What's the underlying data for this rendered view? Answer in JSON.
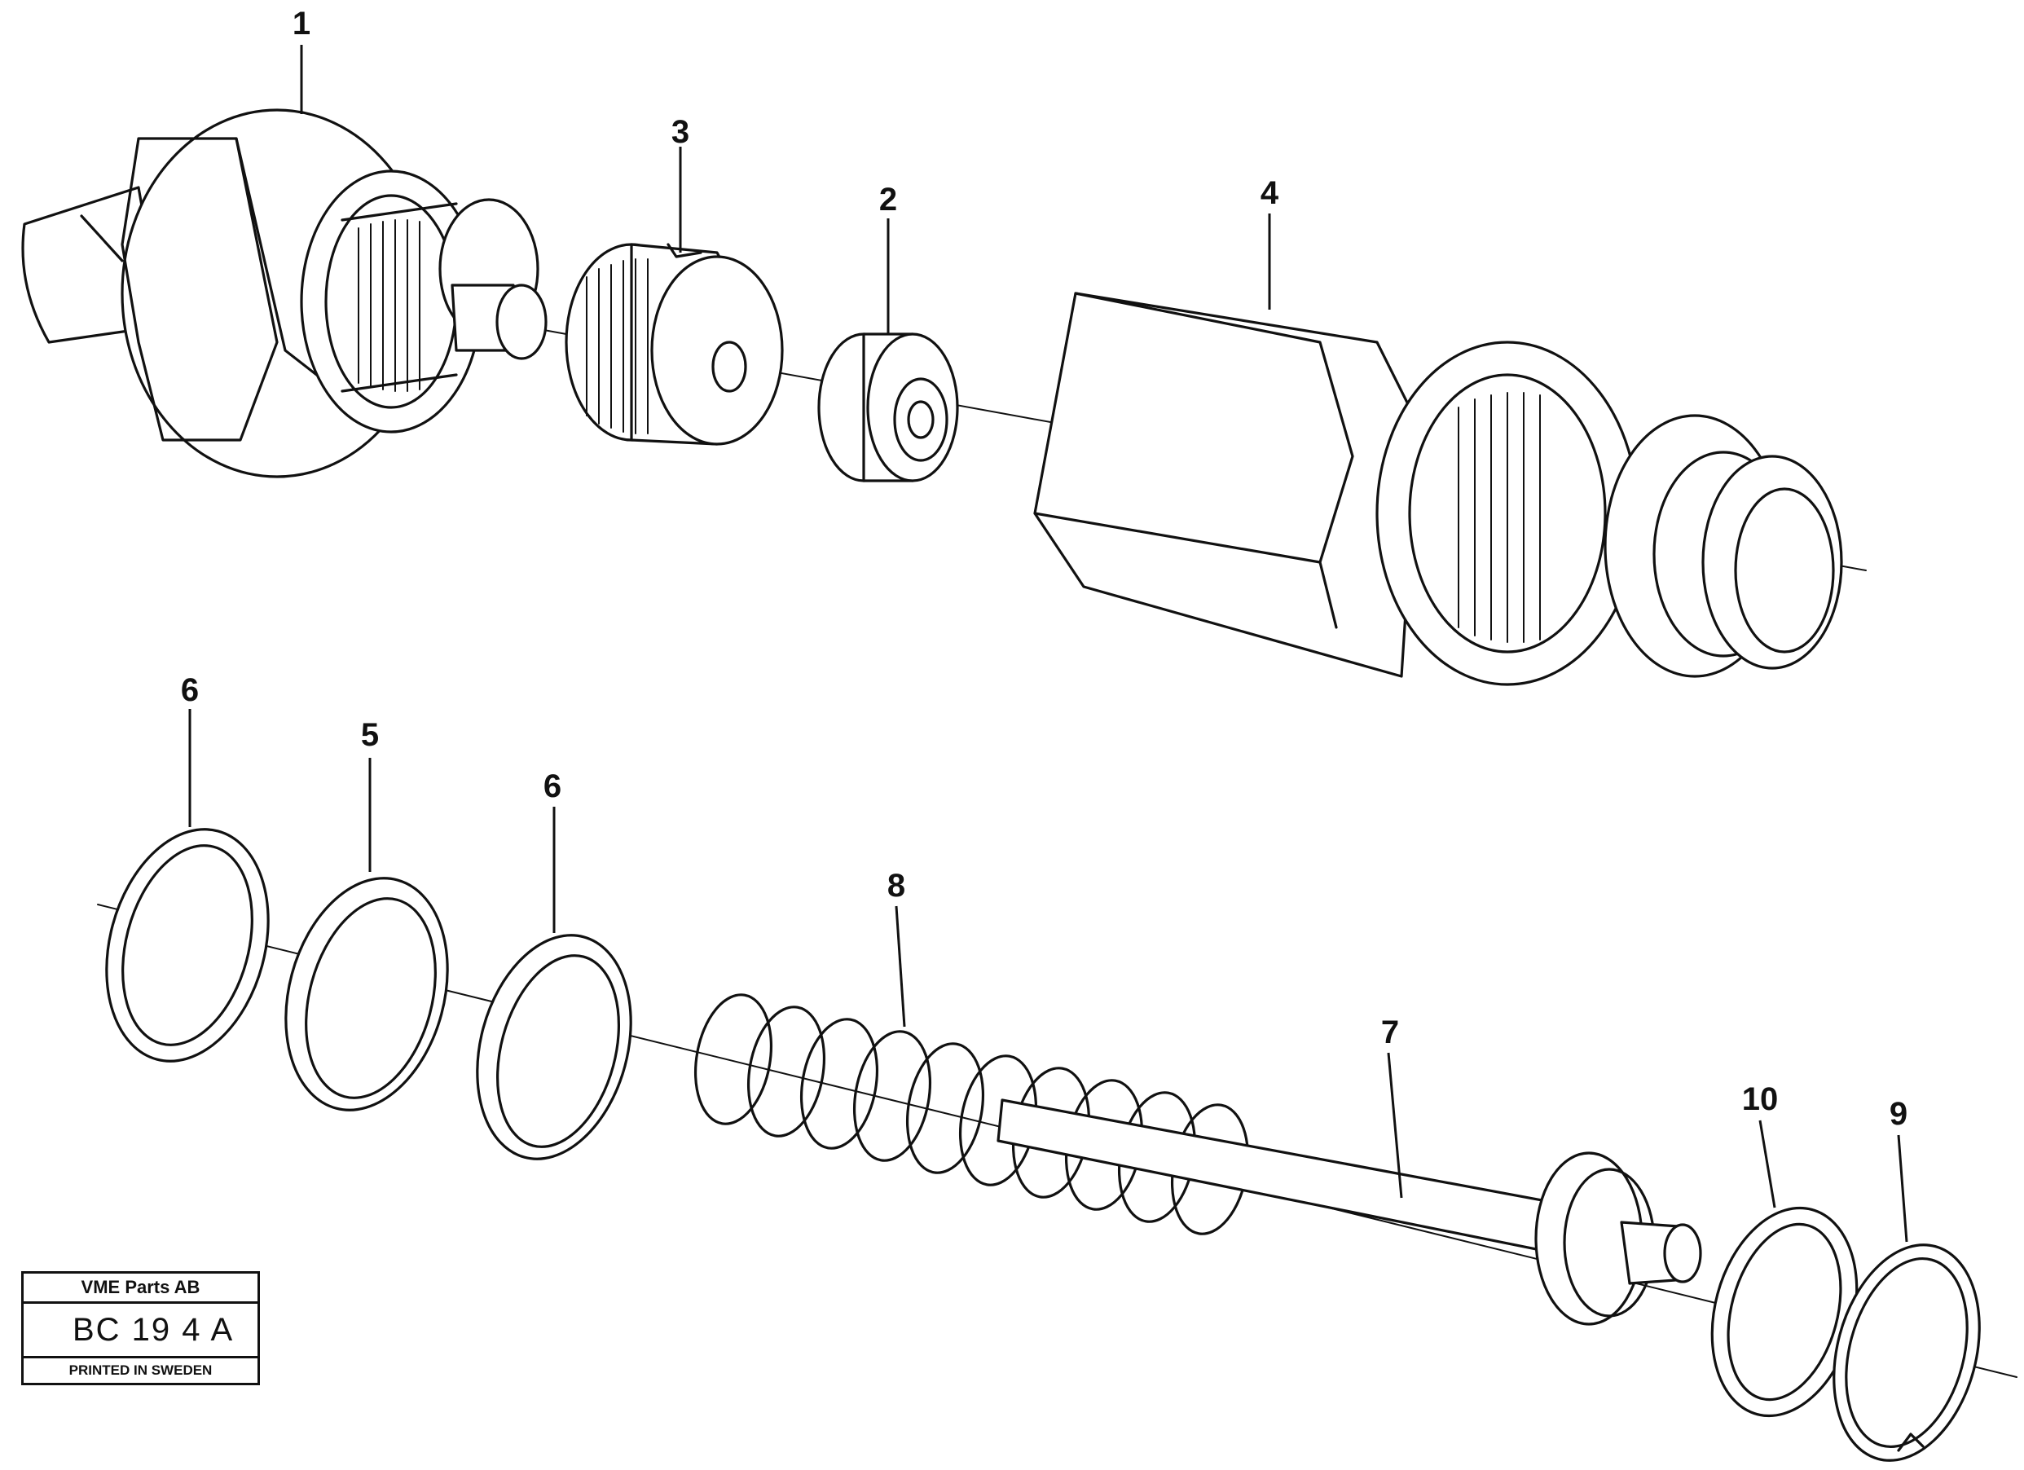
{
  "diagram": {
    "callouts": [
      {
        "id": "c1",
        "label": "1"
      },
      {
        "id": "c2",
        "label": "2"
      },
      {
        "id": "c3",
        "label": "3"
      },
      {
        "id": "c4",
        "label": "4"
      },
      {
        "id": "c5",
        "label": "5"
      },
      {
        "id": "c6a",
        "label": "6"
      },
      {
        "id": "c6b",
        "label": "6"
      },
      {
        "id": "c7",
        "label": "7"
      },
      {
        "id": "c8",
        "label": "8"
      },
      {
        "id": "c9",
        "label": "9"
      },
      {
        "id": "c10",
        "label": "10"
      }
    ]
  },
  "stamp": {
    "company": "VME Parts AB",
    "code": "BC 19 4 A",
    "printed": "PRINTED IN SWEDEN"
  }
}
